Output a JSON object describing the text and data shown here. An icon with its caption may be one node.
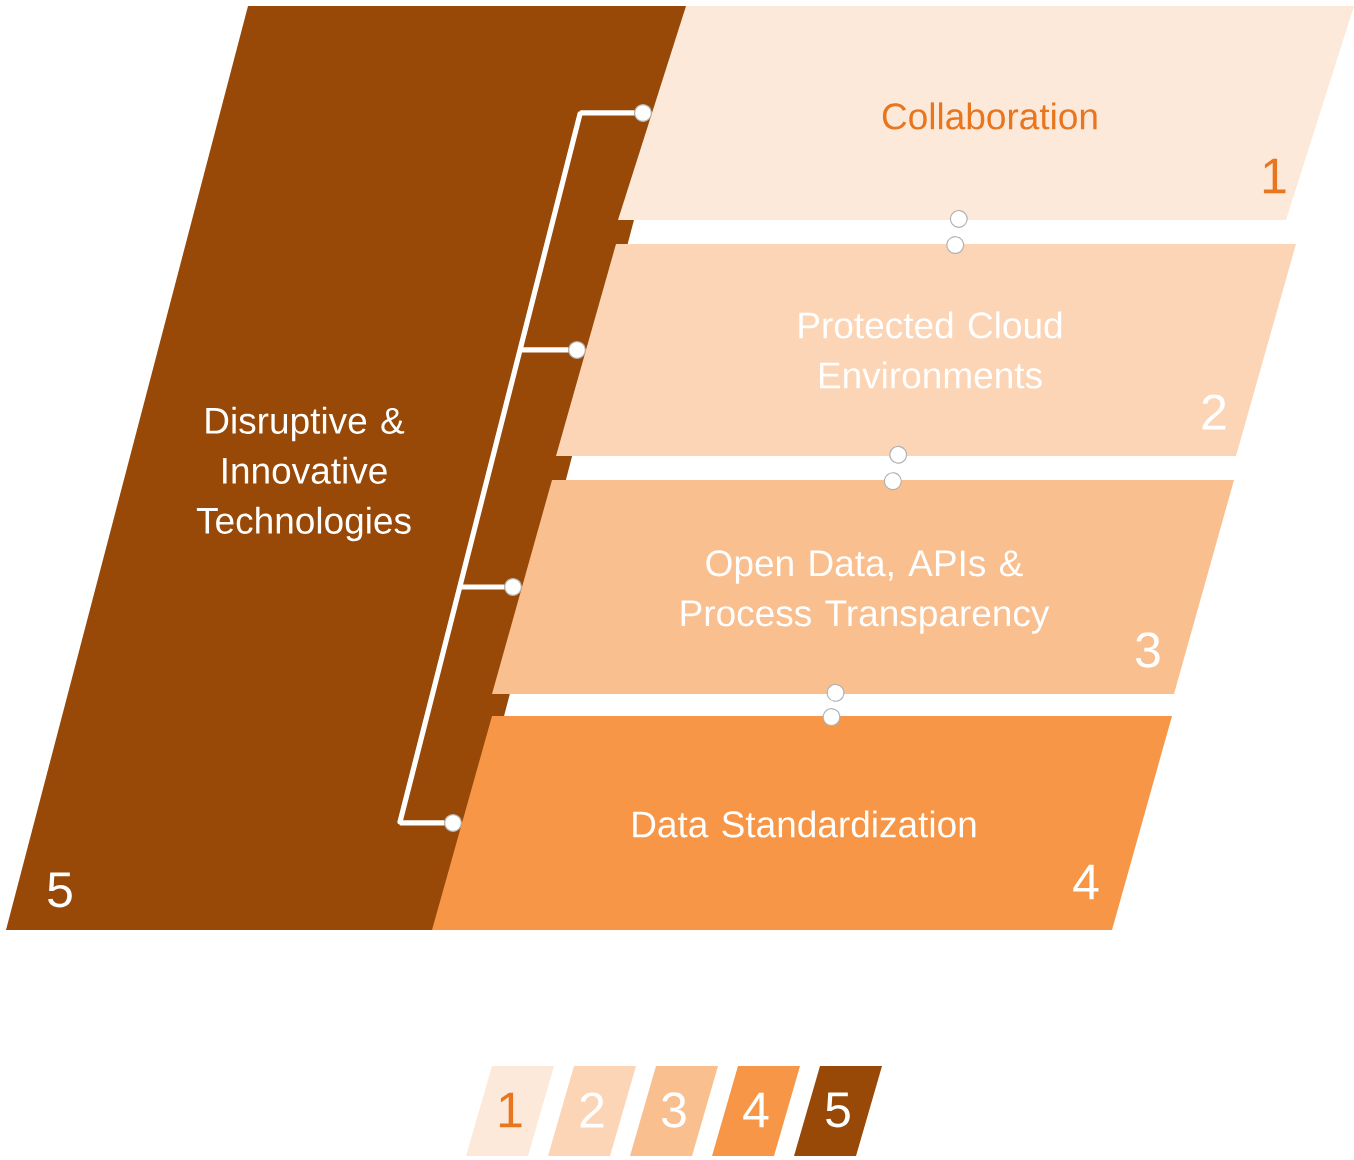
{
  "diagram": {
    "nodes": [
      {
        "text": [
          "Disruptive & Innovative Technologies",
          "5"
        ]
      },
      {
        "text": [
          "Collaboration",
          "1"
        ]
      },
      {
        "text": [
          "Protected Cloud Environments",
          "2"
        ]
      },
      {
        "text": [
          "Open Data, APIs & Process Transparency",
          "3"
        ]
      },
      {
        "text": [
          "Data Standardization",
          "4"
        ]
      }
    ],
    "edges": [
      {
        "from": 0,
        "to": 1,
        "arrow": "other"
      },
      {
        "from": 0,
        "to": 2,
        "arrow": "other"
      },
      {
        "from": 0,
        "to": 3,
        "arrow": "other"
      },
      {
        "from": 0,
        "to": 4,
        "arrow": "other"
      },
      {
        "from": 1,
        "to": 2,
        "arrow": "other"
      },
      {
        "from": 2,
        "to": 3,
        "arrow": "other"
      },
      {
        "from": 3,
        "to": 4,
        "arrow": "other"
      }
    ],
    "legend": [
      {
        "text": "1",
        "color": "#fde9d9"
      },
      {
        "text": "2",
        "color": "#fbd5b5"
      },
      {
        "text": "3",
        "color": "#f9bf8f"
      },
      {
        "text": "4",
        "color": "#f79646"
      },
      {
        "text": "5",
        "color": "#984807"
      }
    ]
  }
}
